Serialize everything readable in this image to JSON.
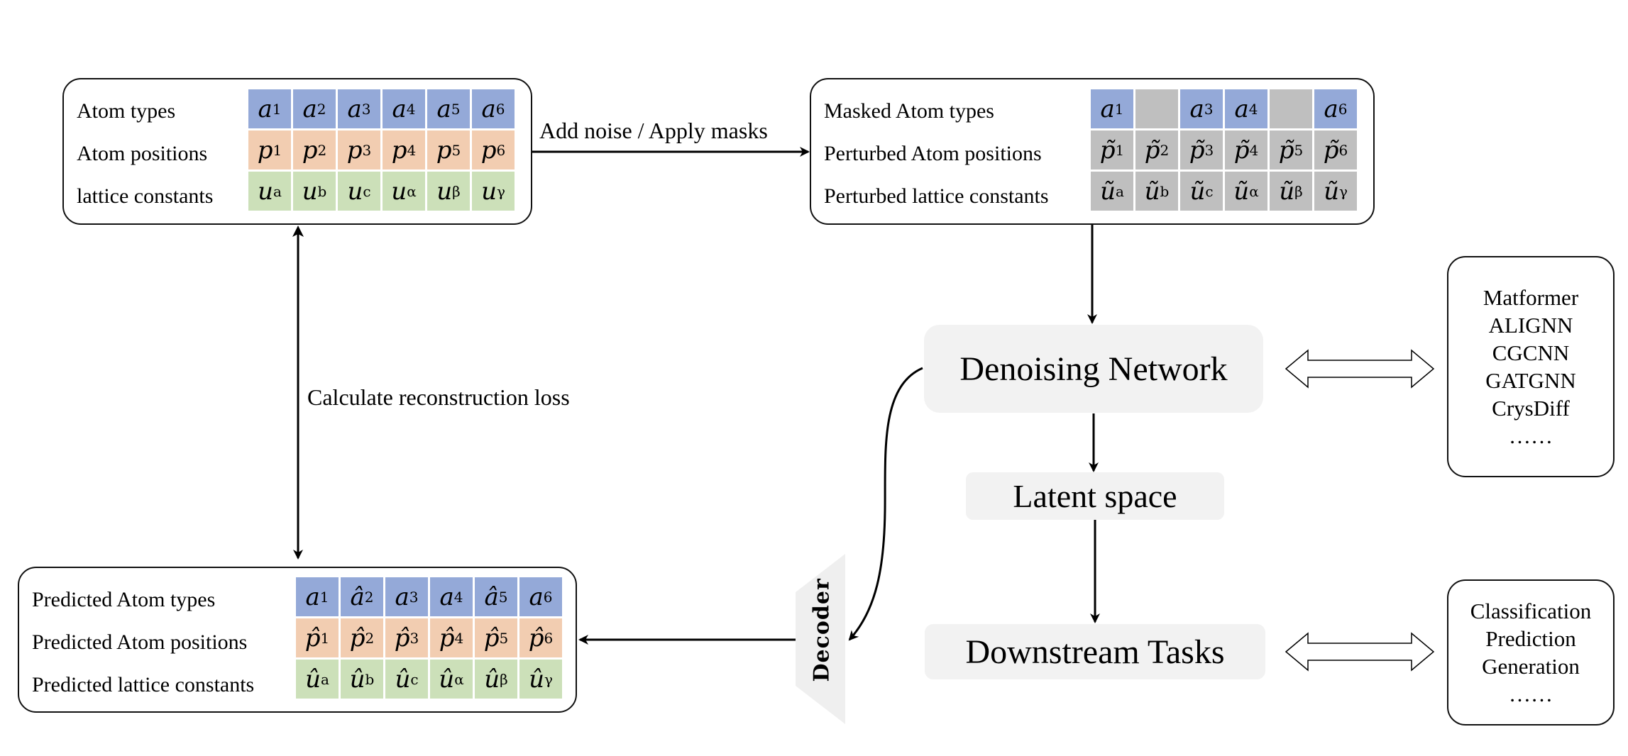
{
  "input_box": {
    "rows": [
      {
        "label": "Atom types",
        "color": "blue",
        "cells": [
          [
            "a",
            "1"
          ],
          [
            "a",
            "2"
          ],
          [
            "a",
            "3"
          ],
          [
            "a",
            "4"
          ],
          [
            "a",
            "5"
          ],
          [
            "a",
            "6"
          ]
        ]
      },
      {
        "label": "Atom positions",
        "color": "orange",
        "cells": [
          [
            "p",
            "1"
          ],
          [
            "p",
            "2"
          ],
          [
            "p",
            "3"
          ],
          [
            "p",
            "4"
          ],
          [
            "p",
            "5"
          ],
          [
            "p",
            "6"
          ]
        ]
      },
      {
        "label": "lattice constants",
        "color": "green",
        "cells": [
          [
            "u",
            "a"
          ],
          [
            "u",
            "b"
          ],
          [
            "u",
            "c"
          ],
          [
            "u",
            "α"
          ],
          [
            "u",
            "β"
          ],
          [
            "u",
            "γ"
          ]
        ]
      }
    ]
  },
  "corrupted_box": {
    "rows": [
      {
        "label": "Masked Atom types",
        "cells": [
          [
            "a",
            "1",
            "blue"
          ],
          [
            "",
            "",
            "gray"
          ],
          [
            "a",
            "3",
            "blue"
          ],
          [
            "a",
            "4",
            "blue"
          ],
          [
            "",
            "",
            "gray"
          ],
          [
            "a",
            "6",
            "blue"
          ]
        ]
      },
      {
        "label": "Perturbed Atom positions",
        "cells": [
          [
            "p̃",
            "1",
            "gray"
          ],
          [
            "p̃",
            "2",
            "gray"
          ],
          [
            "p̃",
            "3",
            "gray"
          ],
          [
            "p̃",
            "4",
            "gray"
          ],
          [
            "p̃",
            "5",
            "gray"
          ],
          [
            "p̃",
            "6",
            "gray"
          ]
        ]
      },
      {
        "label": "Perturbed lattice constants",
        "cells": [
          [
            "ũ",
            "a",
            "gray"
          ],
          [
            "ũ",
            "b",
            "gray"
          ],
          [
            "ũ",
            "c",
            "gray"
          ],
          [
            "ũ",
            "α",
            "gray"
          ],
          [
            "ũ",
            "β",
            "gray"
          ],
          [
            "ũ",
            "γ",
            "gray"
          ]
        ]
      }
    ]
  },
  "predicted_box": {
    "rows": [
      {
        "label": "Predicted Atom types",
        "color": "blue",
        "cells": [
          [
            "a",
            "1"
          ],
          [
            "â",
            "2"
          ],
          [
            "a",
            "3"
          ],
          [
            "a",
            "4"
          ],
          [
            "â",
            "5"
          ],
          [
            "a",
            "6"
          ]
        ]
      },
      {
        "label": "Predicted Atom positions",
        "color": "orange",
        "cells": [
          [
            "p̂",
            "1"
          ],
          [
            "p̂",
            "2"
          ],
          [
            "p̂",
            "3"
          ],
          [
            "p̂",
            "4"
          ],
          [
            "p̂",
            "5"
          ],
          [
            "p̂",
            "6"
          ]
        ]
      },
      {
        "label": "Predicted lattice constants",
        "color": "green",
        "cells": [
          [
            "û",
            "a"
          ],
          [
            "û",
            "b"
          ],
          [
            "û",
            "c"
          ],
          [
            "û",
            "α"
          ],
          [
            "û",
            "β"
          ],
          [
            "û",
            "γ"
          ]
        ]
      }
    ]
  },
  "edges": {
    "noise_label": "Add noise / Apply masks",
    "loss_label": "Calculate reconstruction loss"
  },
  "panels": {
    "denoising": "Denoising Network",
    "latent": "Latent space",
    "downstream": "Downstream Tasks",
    "decoder": "Decoder"
  },
  "models_list": [
    "Matformer",
    "ALIGNN",
    "CGCNN",
    "GATGNN",
    "CrysDiff",
    "……"
  ],
  "tasks_list": [
    "Classification",
    "Prediction",
    "Generation",
    "……"
  ],
  "colors": {
    "blue": "#94a9d8",
    "orange": "#f2cdb1",
    "green": "#cce0b9",
    "gray": "#bfbfbf",
    "panel": "#f2f2f2"
  }
}
